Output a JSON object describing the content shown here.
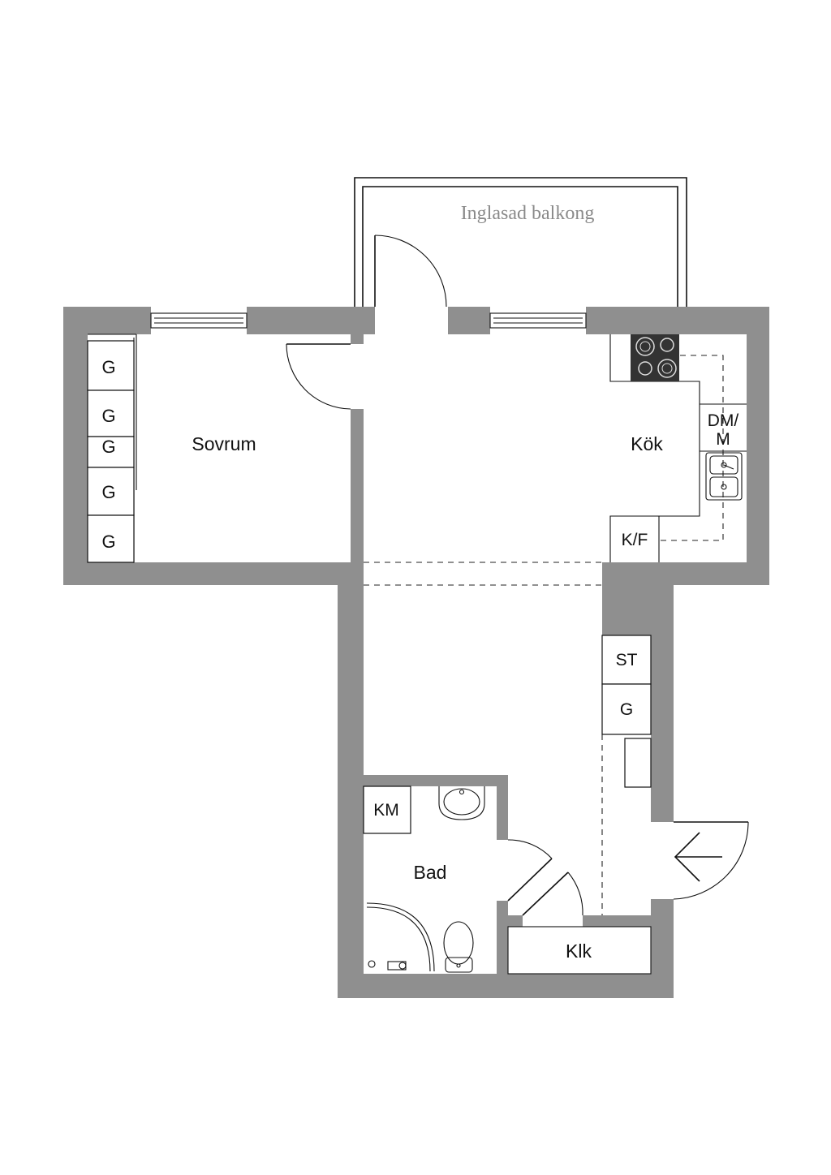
{
  "rooms": {
    "balcony": "Inglasad balkong",
    "bedroom": "Sovrum",
    "kitchen": "Kök",
    "bathroom": "Bad",
    "closet": "Klk"
  },
  "fixtures": {
    "wardrobe_1": "G",
    "wardrobe_2": "G",
    "wardrobe_3": "G",
    "wardrobe_4": "G",
    "wardrobe_5": "G",
    "dishwasher_line1": "DM/",
    "dishwasher_line2": "M",
    "fridge_freezer": "K/F",
    "storage": "ST",
    "hall_wardrobe": "G",
    "washing_machine": "KM"
  },
  "icons": {
    "entrance": "entrance-arrow-icon",
    "stove": "stove-icon",
    "sink": "sink-icon",
    "toilet": "toilet-icon",
    "shower": "shower-icon",
    "washbasin": "washbasin-icon"
  },
  "colors": {
    "wall": "#8f8f8f",
    "stove": "#333333",
    "balcony_label": "#8a8a8a"
  }
}
